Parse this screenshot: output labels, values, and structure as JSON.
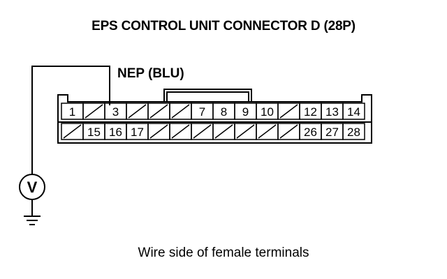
{
  "title": "EPS CONTROL UNIT CONNECTOR D (28P)",
  "wire_label": "NEP (BLU)",
  "caption": "Wire side of female terminals",
  "meter_symbol": "V",
  "probe_pin": "3",
  "connector": {
    "top_row": [
      "1",
      "",
      "3",
      "",
      "",
      "",
      "7",
      "8",
      "9",
      "10",
      "",
      "12",
      "13",
      "14"
    ],
    "bottom_row": [
      "",
      "15",
      "16",
      "17",
      "",
      "",
      "",
      "",
      "",
      "",
      "",
      "26",
      "27",
      "28"
    ]
  }
}
